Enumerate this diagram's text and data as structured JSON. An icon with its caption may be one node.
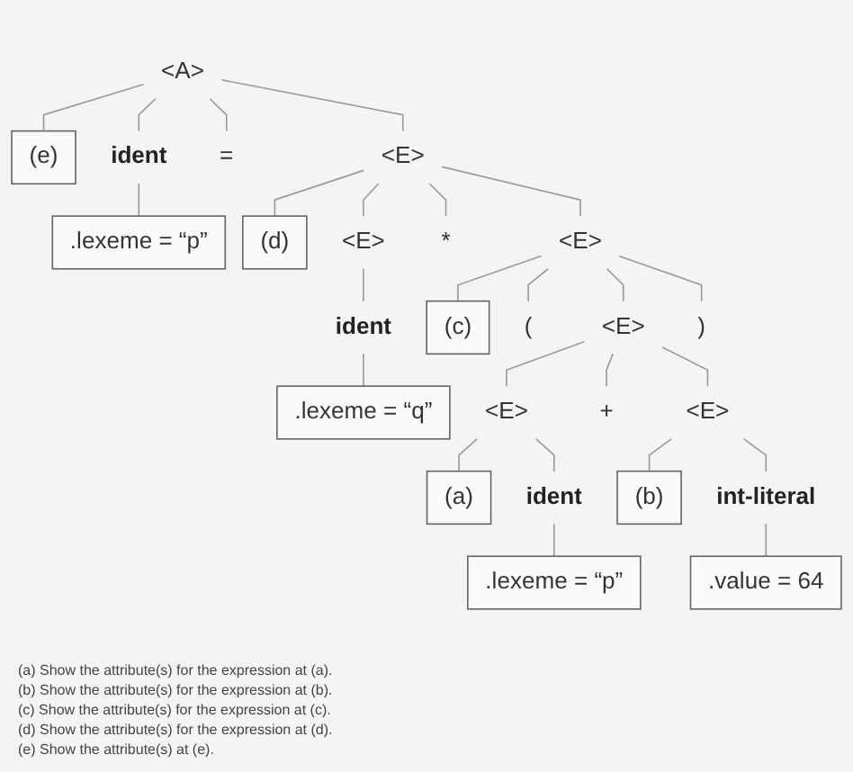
{
  "diagram": {
    "nodes": [
      {
        "text": [
          "<A>"
        ]
      },
      {
        "text": [
          "(e)"
        ]
      },
      {
        "text": [
          "ident"
        ]
      },
      {
        "text": [
          "="
        ]
      },
      {
        "text": [
          "<E>"
        ]
      },
      {
        "text": [
          "(d)"
        ]
      },
      {
        "text": [
          ".lexeme = “p”"
        ]
      },
      {
        "text": [
          "<E>"
        ]
      },
      {
        "text": [
          "*"
        ]
      },
      {
        "text": [
          "<E>"
        ]
      },
      {
        "text": [
          "(c)"
        ]
      },
      {
        "text": [
          "("
        ]
      },
      {
        "text": [
          "<E>"
        ]
      },
      {
        "text": [
          ")"
        ]
      },
      {
        "text": [
          "ident"
        ]
      },
      {
        "text": [
          ".lexeme = “q”"
        ]
      },
      {
        "text": [
          "<E>"
        ]
      },
      {
        "text": [
          "+"
        ]
      },
      {
        "text": [
          "<E>"
        ]
      },
      {
        "text": [
          "(b)"
        ]
      },
      {
        "text": [
          "(a)"
        ]
      },
      {
        "text": [
          "ident"
        ]
      },
      {
        "text": [
          "int-literal"
        ]
      },
      {
        "text": [
          ".lexeme = “p”"
        ]
      },
      {
        "text": [
          ".value = 64"
        ]
      }
    ],
    "edges": [
      {
        "from": 0,
        "to": 1,
        "arrow": "none"
      },
      {
        "from": 0,
        "to": 2,
        "arrow": "none"
      },
      {
        "from": 0,
        "to": 3,
        "arrow": "none"
      },
      {
        "from": 0,
        "to": 4,
        "arrow": "none"
      },
      {
        "from": 2,
        "to": 6,
        "arrow": "none"
      },
      {
        "from": 4,
        "to": 5,
        "arrow": "none"
      },
      {
        "from": 4,
        "to": 7,
        "arrow": "none"
      },
      {
        "from": 4,
        "to": 8,
        "arrow": "none"
      },
      {
        "from": 4,
        "to": 9,
        "arrow": "none"
      },
      {
        "from": 9,
        "to": 10,
        "arrow": "none"
      },
      {
        "from": 9,
        "to": 11,
        "arrow": "none"
      },
      {
        "from": 9,
        "to": 12,
        "arrow": "none"
      },
      {
        "from": 9,
        "to": 13,
        "arrow": "none"
      },
      {
        "from": 7,
        "to": 14,
        "arrow": "none"
      },
      {
        "from": 14,
        "to": 15,
        "arrow": "none"
      },
      {
        "from": 12,
        "to": 16,
        "arrow": "none"
      },
      {
        "from": 12,
        "to": 17,
        "arrow": "none"
      },
      {
        "from": 12,
        "to": 18,
        "arrow": "none"
      },
      {
        "from": 18,
        "to": 19,
        "arrow": "none"
      },
      {
        "from": 16,
        "to": 20,
        "arrow": "none"
      },
      {
        "from": 16,
        "to": 21,
        "arrow": "none"
      },
      {
        "from": 18,
        "to": 22,
        "arrow": "none"
      },
      {
        "from": 21,
        "to": 23,
        "arrow": "none"
      },
      {
        "from": 22,
        "to": 24,
        "arrow": "none"
      }
    ],
    "labels": [
      "(a) Show the attribute(s) for the expression at (a).",
      "(b) Show the attribute(s) for the expression at (b).",
      "(c) Show the attribute(s) for the expression at (c).",
      "(d) Show the attribute(s) for the expression at (d).",
      "(e) Show the attribute(s) at (e)."
    ]
  }
}
